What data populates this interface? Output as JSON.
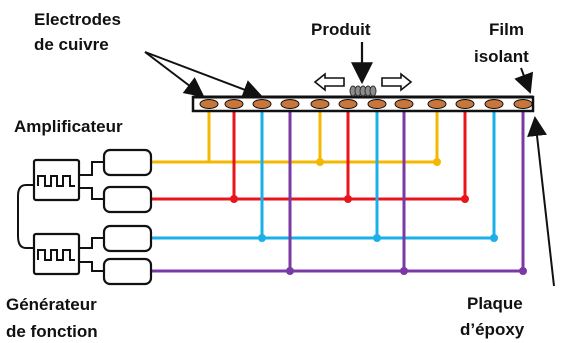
{
  "labels": {
    "electrodes_line1": "Electrodes",
    "electrodes_line2": "de cuivre",
    "product": "Produit",
    "film_line1": "Film",
    "film_line2": "isolant",
    "amplifier": "Amplificateur",
    "generator_line1": "Générateur",
    "generator_line2": "de fonction",
    "plate_line1": "Plaque",
    "plate_line2": "d’époxy"
  },
  "colors": {
    "phase1": "#f5b800",
    "phase2": "#e8151b",
    "phase3": "#1ab0e8",
    "phase4": "#7a3aa6",
    "electrode_fill": "#c8763c",
    "outline": "#111111"
  },
  "icons": {
    "arrow_left": "hollow-arrow-left-icon",
    "arrow_right": "hollow-arrow-right-icon",
    "square_wave": "square-wave-icon"
  }
}
